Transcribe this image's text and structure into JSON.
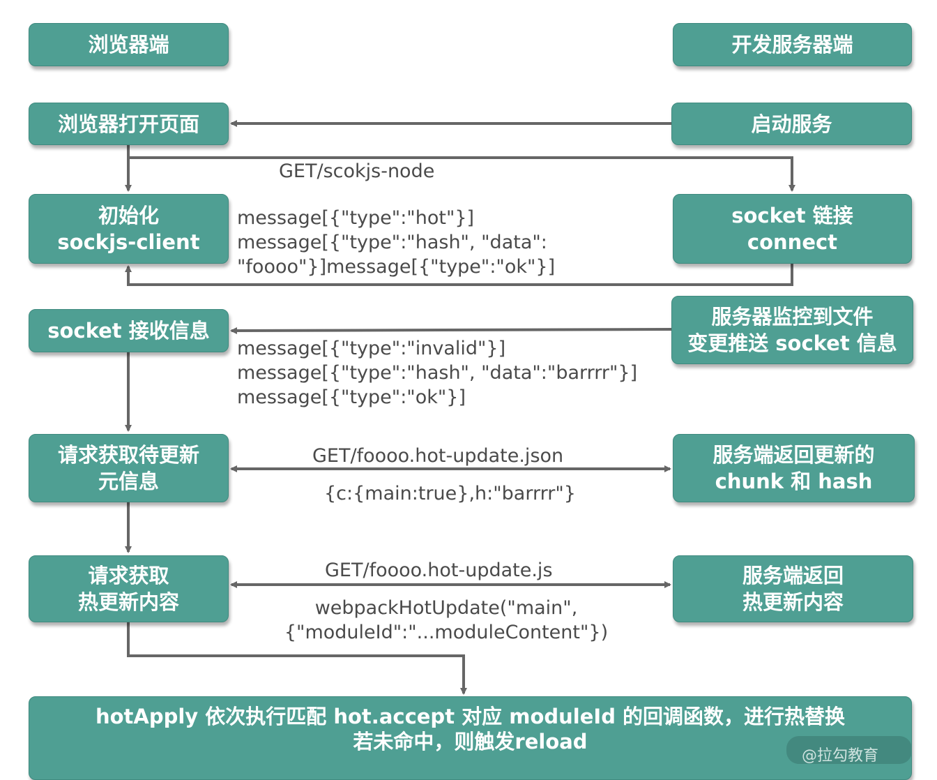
{
  "browser": {
    "header": "浏览器端",
    "open_page": "浏览器打开页面",
    "init": [
      "初始化",
      "sockjs-client"
    ],
    "receive": "socket 接收信息",
    "request_meta": [
      "请求获取待更新",
      "元信息"
    ],
    "request_content": [
      "请求获取",
      "热更新内容"
    ]
  },
  "server": {
    "header": "开发服务器端",
    "start": "启动服务",
    "connect": [
      "socket 链接",
      "connect"
    ],
    "watch": [
      "服务器监控到文件",
      "变更推送 socket 信息"
    ],
    "return_meta": [
      "服务端返回更新的",
      "chunk 和 hash"
    ],
    "return_content": [
      "服务端返回",
      "热更新内容"
    ]
  },
  "labels": {
    "get_sockjs": "GET/scokjs-node",
    "msgs1": [
      "message[{\"type\":\"hot\"}]",
      "message[{\"type\":\"hash\", \"data\":",
      "\"foooo\"}]message[{\"type\":\"ok\"}]"
    ],
    "msgs2": [
      "message[{\"type\":\"invalid\"}]",
      "message[{\"type\":\"hash\", \"data\":\"barrrr\"}]",
      "message[{\"type\":\"ok\"}]"
    ],
    "get_json": "GET/foooo.hot-update.json",
    "json_resp": "{c:{main:true},h:\"barrrr\"}",
    "get_js": "GET/foooo.hot-update.js",
    "js_resp": [
      "webpackHotUpdate(\"main\",",
      "{\"moduleId\":\"...moduleContent\"})"
    ]
  },
  "final": [
    "hotApply 依次执行匹配 hot.accept 对应 moduleId 的回调函数，进行热替换",
    "若未命中，则触发reload"
  ],
  "watermark": "@拉勾教育",
  "colors": {
    "box": "#4f9f93",
    "line": "#666666",
    "text": "#4a4a4a"
  }
}
